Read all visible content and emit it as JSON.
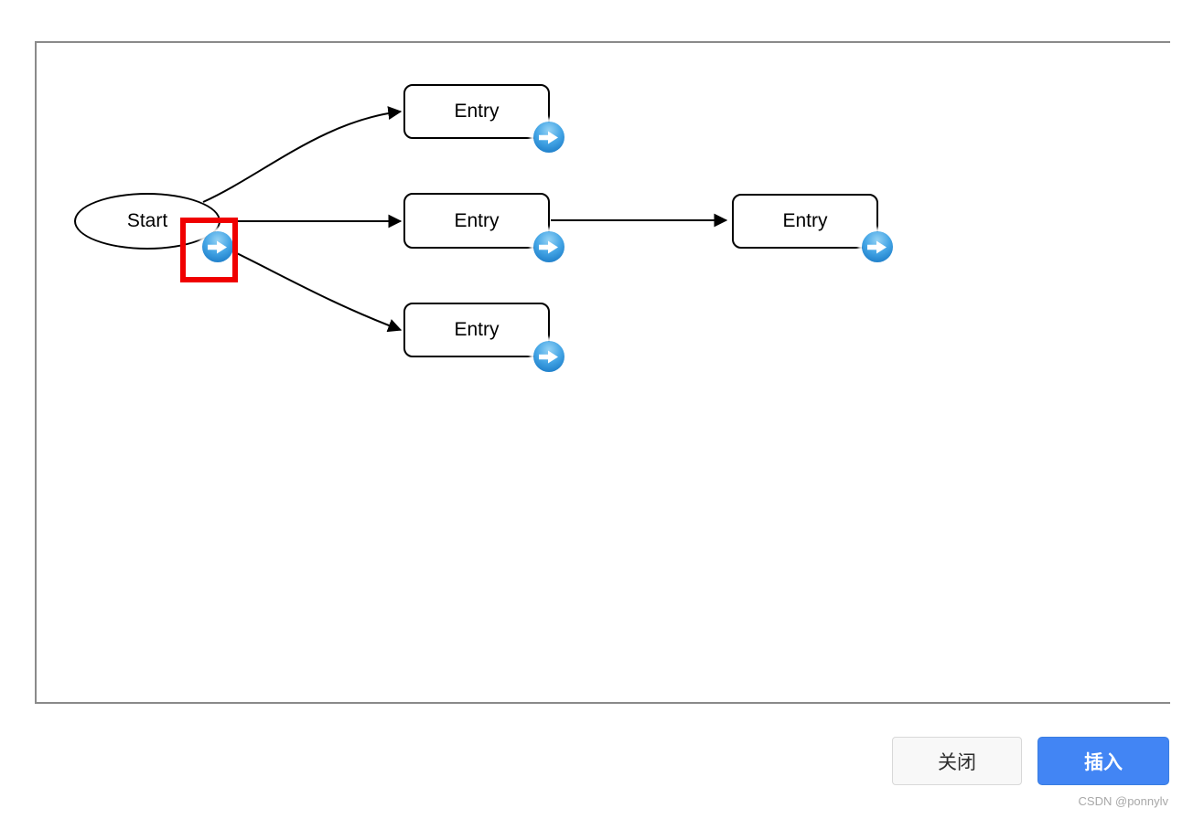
{
  "dialog": {
    "close_button": "关闭",
    "insert_button": "插入"
  },
  "watermark": "CSDN @ponnylv",
  "diagram": {
    "nodes": {
      "start": {
        "label": "Start",
        "shape": "ellipse"
      },
      "entry_top": {
        "label": "Entry",
        "shape": "rounded-rectangle"
      },
      "entry_middle": {
        "label": "Entry",
        "shape": "rounded-rectangle"
      },
      "entry_right": {
        "label": "Entry",
        "shape": "rounded-rectangle"
      },
      "entry_bottom": {
        "label": "Entry",
        "shape": "rounded-rectangle"
      }
    },
    "edges": [
      {
        "from": "start",
        "to": "entry_top",
        "style": "curved"
      },
      {
        "from": "start",
        "to": "entry_middle",
        "style": "straight"
      },
      {
        "from": "start",
        "to": "entry_bottom",
        "style": "curved"
      },
      {
        "from": "entry_middle",
        "to": "entry_right",
        "style": "straight"
      }
    ],
    "hover_arrow_direction": "right",
    "colors": {
      "node_stroke": "#000000",
      "arrow_button_blue": "#1f8dd6",
      "highlight_red": "#f00000",
      "insert_button_blue": "#4285f4",
      "canvas_border_gray": "#8a8a8a",
      "watermark_gray": "#a8a8a8"
    }
  }
}
